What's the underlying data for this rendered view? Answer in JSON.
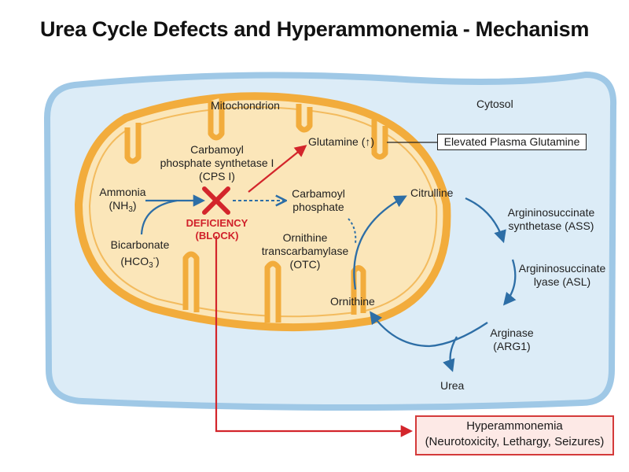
{
  "title": "Urea Cycle Defects and Hyperammonemia - Mechanism",
  "compartments": {
    "cytosol": "Cytosol",
    "mitochondrion": "Mitochondrion"
  },
  "labels": {
    "ammonia": "Ammonia",
    "ammonia_formula_base": "(NH",
    "ammonia_formula_sub": "3",
    "ammonia_formula_end": ")",
    "bicarbonate": "Bicarbonate",
    "bicarbonate_formula_base": "(HCO",
    "bicarbonate_formula_sub": "3",
    "bicarbonate_formula_sup": "-",
    "bicarbonate_formula_end": ")",
    "cps_line1": "Carbamoyl",
    "cps_line2": "phosphate synthetase I",
    "cps_line3": "(CPS I)",
    "deficiency_line1": "DEFICIENCY",
    "deficiency_line2": "(BLOCK)",
    "glutamine": "Glutamine (↑)",
    "carbamoyl_line1": "Carbamoyl",
    "carbamoyl_line2": "phosphate",
    "otc_line1": "Ornithine",
    "otc_line2": "transcarbamylase",
    "otc_line3": "(OTC)",
    "citrulline": "Citrulline",
    "ornithine": "Ornithine",
    "ass_line1": "Argininosuccinate",
    "ass_line2": "synthetase (ASS)",
    "asl_line1": "Argininosuccinate",
    "asl_line2": "lyase (ASL)",
    "arg_line1": "Arginase",
    "arg_line2": "(ARG1)",
    "urea": "Urea"
  },
  "boxes": {
    "glutamine_box": "Elevated Plasma Glutamine",
    "hyper_line1": "Hyperammonemia",
    "hyper_line2": "(Neurotoxicity, Lethargy, Seizures)"
  },
  "colors": {
    "cytosol_fill": "#dcecf7",
    "cytosol_stroke": "#9fc8e6",
    "mito_fill": "#fbe6b9",
    "mito_stroke": "#f2ac3c",
    "arrow_blue": "#2d6ea6",
    "arrow_red": "#d3252b",
    "hyper_fill": "#fde9e6"
  }
}
